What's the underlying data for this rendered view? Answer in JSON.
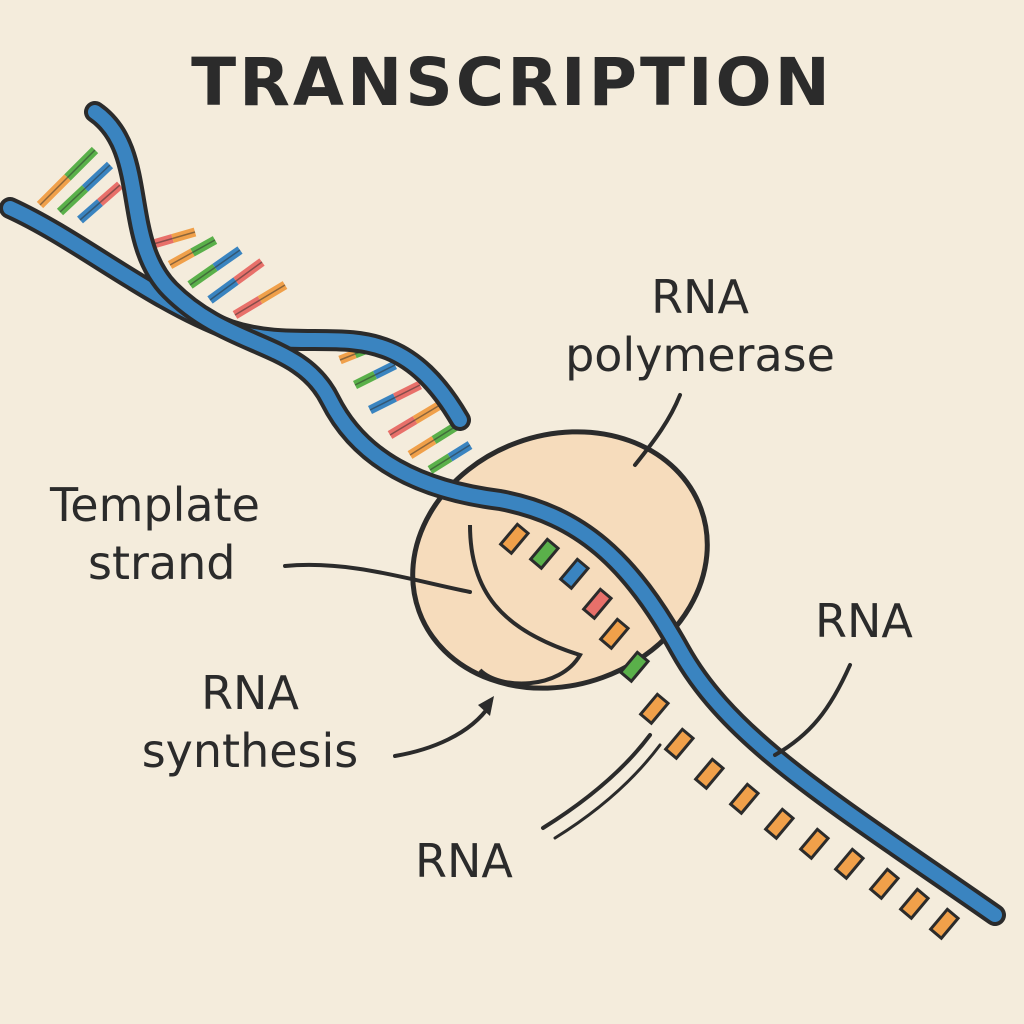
{
  "title": "TRANSCRIPTION",
  "labels": {
    "rna_polymerase_line1": "RNA",
    "rna_polymerase_line2": "polymerase",
    "template_strand_line1": "Template",
    "template_strand_line2": "strand",
    "rna_synthesis_line1": "RNA",
    "rna_synthesis_line2": "synthesis",
    "rna_right": "RNA",
    "rna_bottom": "RNA"
  },
  "colors": {
    "background": "#f4ecdc",
    "backbone": "#3a84c0",
    "outline": "#2b2b2b",
    "polymerase": "#f6dcbc",
    "base_orange": "#f0a04a",
    "base_green": "#5ab04a",
    "base_blue": "#3a84c0",
    "base_red": "#e8706a"
  }
}
